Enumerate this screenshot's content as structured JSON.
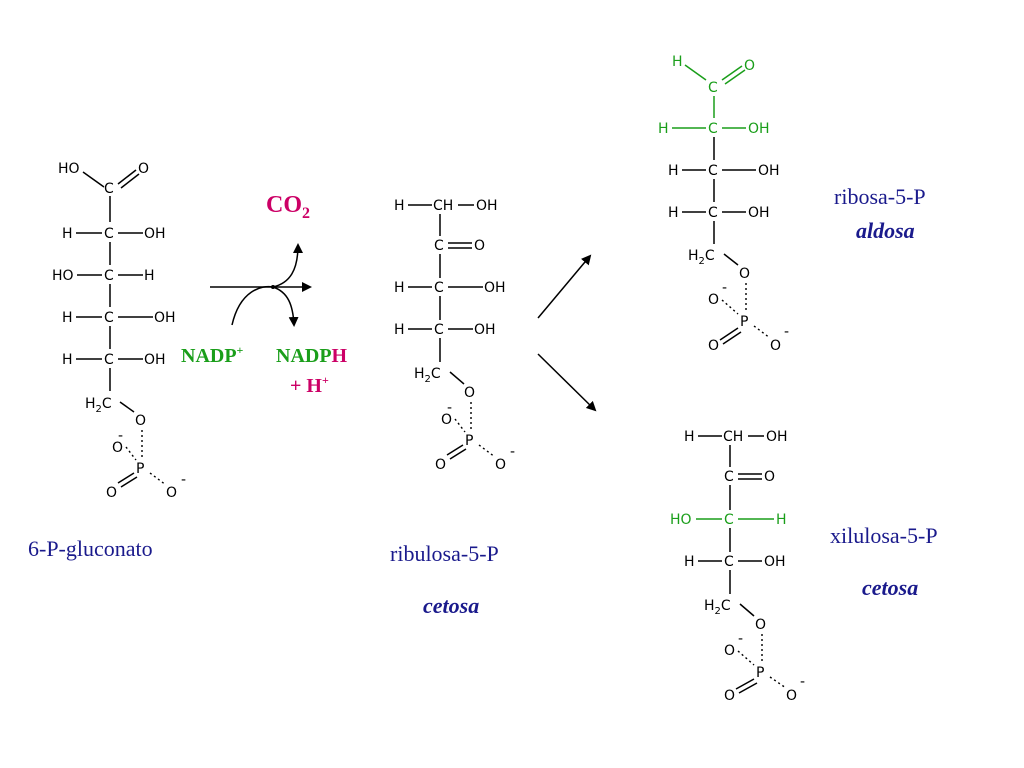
{
  "colors": {
    "black": "#000000",
    "green": "#1a9e1a",
    "magenta": "#cc0066",
    "navy": "#1a1a8c"
  },
  "reaction": {
    "co2": "CO",
    "co2_sub": "2",
    "nadp": "NADP",
    "nadp_sup": "+",
    "nadph": "NADP",
    "nadph_h": "H",
    "h_plus": "+ H",
    "h_plus_sup": "+"
  },
  "labels": {
    "gluconate": "6-P-gluconato",
    "ribulose": "ribulosa-5-P",
    "ribulose_type": "cetosa",
    "ribose": "ribosa-5-P",
    "ribose_type": "aldosa",
    "xylulose": "xilulosa-5-P",
    "xylulose_type": "cetosa"
  },
  "atoms": {
    "H": "H",
    "C": "C",
    "O": "O",
    "OH": "OH",
    "HO": "HO",
    "CH": "CH",
    "H2C": "H",
    "H2C_sub": "2",
    "H2C_c": "C",
    "P": "P",
    "minus": "-"
  }
}
